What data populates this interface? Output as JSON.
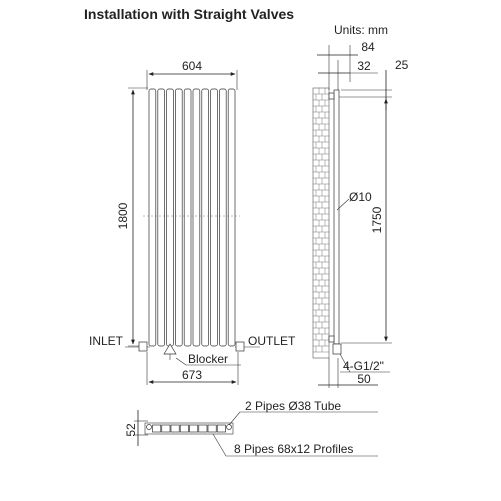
{
  "title": "Installation with Straight Valves",
  "units": "Units: mm",
  "front_view": {
    "width_label": "604",
    "height_label": "1800",
    "inlet_label": "INLET",
    "outlet_label": "OUTLET",
    "blocker_label": "Blocker",
    "centers_label": "673"
  },
  "side_view": {
    "depth_label": "84",
    "offset_label": "32",
    "top_label": "25",
    "bar_diameter_label": "Ø10",
    "centers_label": "1750",
    "thread_label": "4-G1/2\"",
    "bottom_label": "50"
  },
  "section": {
    "depth_label": "52",
    "tube_note": "2 Pipes Ø38 Tube",
    "profile_note": "8 Pipes 68x12  Profiles"
  }
}
